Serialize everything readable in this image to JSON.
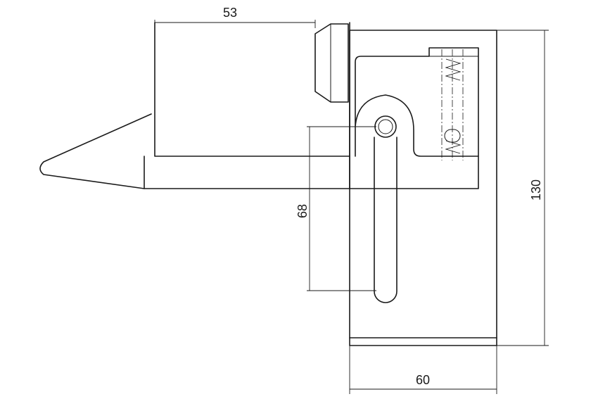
{
  "dimensions": {
    "top_width": "53",
    "pin_height": "68",
    "overall_height": "130",
    "base_width": "60"
  }
}
